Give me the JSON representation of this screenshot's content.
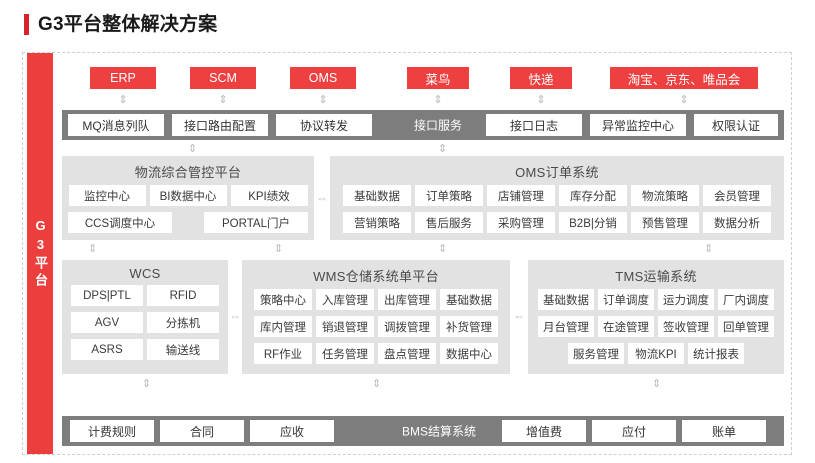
{
  "page": {
    "title": "G3平台整体解决方案",
    "accent_red": "#d8232a",
    "band_red": "#ed3e3e",
    "box_red": "#ee4040",
    "bar_gray": "#7d7d7d",
    "panel_gray": "#e2e2e2"
  },
  "left_band": {
    "label": "G3平台"
  },
  "sources": [
    {
      "label": "ERP"
    },
    {
      "label": "SCM"
    },
    {
      "label": "OMS"
    },
    {
      "label": "菜鸟"
    },
    {
      "label": "快递"
    },
    {
      "label": "淘宝、京东、唯品会"
    }
  ],
  "interface_bar": {
    "label": "接口服务",
    "left_cells": [
      "MQ消息列队",
      "接口路由配置",
      "协议转发"
    ],
    "right_cells": [
      "接口日志",
      "异常监控中心",
      "权限认证"
    ]
  },
  "middle_panels": [
    {
      "title": "物流综合管控平台",
      "rows": [
        [
          "监控中心",
          "BI数据中心",
          "KPI绩效"
        ],
        [
          "CCS调度中心",
          "PORTAL门户"
        ]
      ]
    },
    {
      "title": "OMS订单系统",
      "rows": [
        [
          "基础数据",
          "订单策略",
          "店铺管理",
          "库存分配",
          "物流策略",
          "会员管理"
        ],
        [
          "营销策略",
          "售后服务",
          "采购管理",
          "B2B|分销",
          "预售管理",
          "数据分析"
        ]
      ]
    }
  ],
  "lower_panels": [
    {
      "title": "WCS",
      "rows": [
        [
          "DPS|PTL",
          "RFID"
        ],
        [
          "AGV",
          "分拣机"
        ],
        [
          "ASRS",
          "输送线"
        ]
      ]
    },
    {
      "title": "WMS仓储系统单平台",
      "rows": [
        [
          "策略中心",
          "入库管理",
          "出库管理",
          "基础数据"
        ],
        [
          "库内管理",
          "销退管理",
          "调拨管理",
          "补货管理"
        ],
        [
          "RF作业",
          "任务管理",
          "盘点管理",
          "数据中心"
        ]
      ]
    },
    {
      "title": "TMS运输系统",
      "rows": [
        [
          "基础数据",
          "订单调度",
          "运力调度",
          "厂内调度"
        ],
        [
          "月台管理",
          "在途管理",
          "签收管理",
          "回单管理"
        ],
        [
          "服务管理",
          "物流KPI",
          "统计报表"
        ]
      ]
    }
  ],
  "bms_bar": {
    "label": "BMS结算系统",
    "left_cells": [
      "计费规则",
      "合同",
      "应收"
    ],
    "right_cells": [
      "增值费",
      "应付",
      "账单"
    ]
  },
  "icons": {
    "arrow_down": "⇕",
    "arrow_lr": "⇔"
  }
}
